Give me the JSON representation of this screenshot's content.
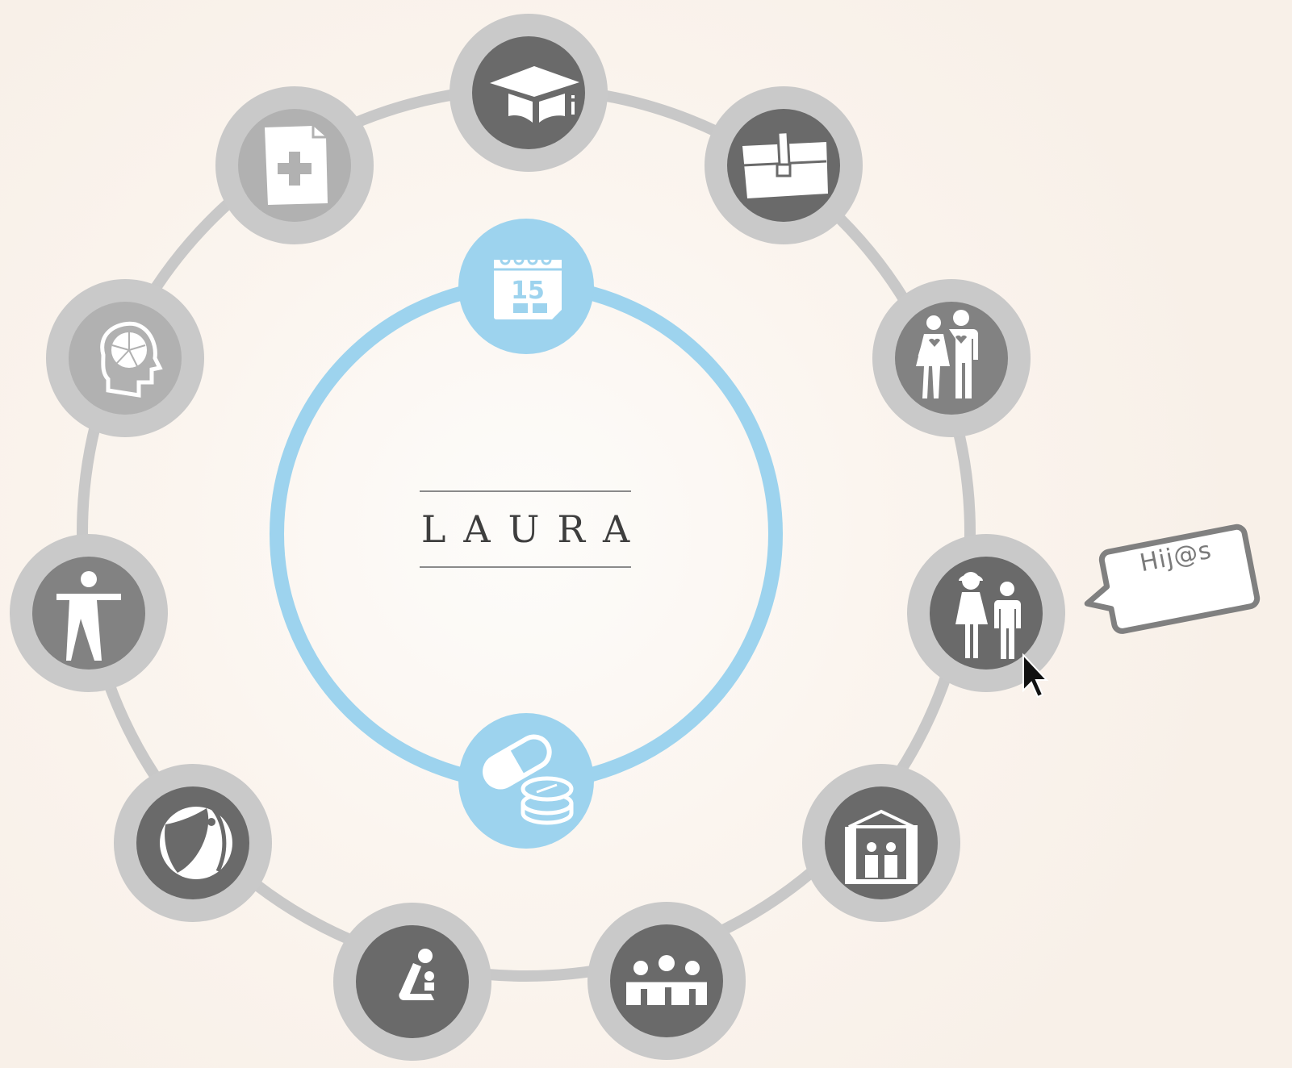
{
  "person": {
    "name": "LAURA"
  },
  "tooltip": {
    "text": "Hij@s"
  },
  "colors": {
    "ring": "#c8c8c8",
    "node_outer": "#c9c9c9",
    "node_dark": "#6a6a6a",
    "node_mid": "#828282",
    "node_light": "#b1b1b1",
    "inner_ring": "#9dd3ee",
    "background": "#f8f0e8"
  },
  "outer_nodes": [
    {
      "icon": "graduation-cap-book-icon"
    },
    {
      "icon": "briefcase-icon"
    },
    {
      "icon": "couple-icon"
    },
    {
      "icon": "children-icon",
      "hovered": true
    },
    {
      "icon": "family-house-icon"
    },
    {
      "icon": "friends-group-icon"
    },
    {
      "icon": "kneeling-child-icon"
    },
    {
      "icon": "beach-ball-icon"
    },
    {
      "icon": "body-figure-icon"
    },
    {
      "icon": "head-brain-icon"
    },
    {
      "icon": "medical-document-icon"
    }
  ],
  "inner_nodes": [
    {
      "icon": "calendar-icon",
      "calendar_day": "15"
    },
    {
      "icon": "pills-icon"
    }
  ]
}
